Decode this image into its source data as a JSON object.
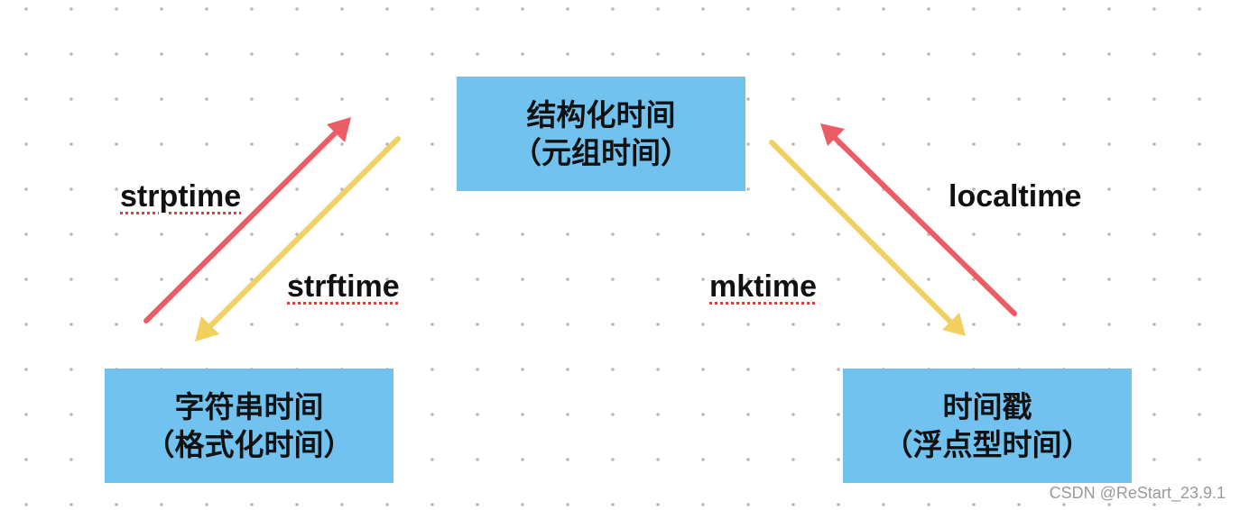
{
  "nodes": {
    "struct_time": {
      "line1": "结构化时间",
      "line2": "（元组时间）"
    },
    "string_time": {
      "line1": "字符串时间",
      "line2": "（格式化时间）"
    },
    "timestamp": {
      "line1": "时间戳",
      "line2": "（浮点型时间）"
    }
  },
  "edges": {
    "strptime": {
      "label": "strptime",
      "from": "string_time",
      "to": "struct_time",
      "color": "#ec5c64"
    },
    "strftime": {
      "label": "strftime",
      "from": "struct_time",
      "to": "string_time",
      "color": "#f2d060"
    },
    "mktime": {
      "label": "mktime",
      "from": "struct_time",
      "to": "timestamp",
      "color": "#f2d060"
    },
    "localtime": {
      "label": "localtime",
      "from": "timestamp",
      "to": "struct_time",
      "color": "#ec5c64"
    }
  },
  "colors": {
    "box_fill": "#72c2f0",
    "arrow_red": "#ec5c64",
    "arrow_yellow": "#f2d060"
  },
  "watermark": "CSDN @ReStart_23.9.1"
}
